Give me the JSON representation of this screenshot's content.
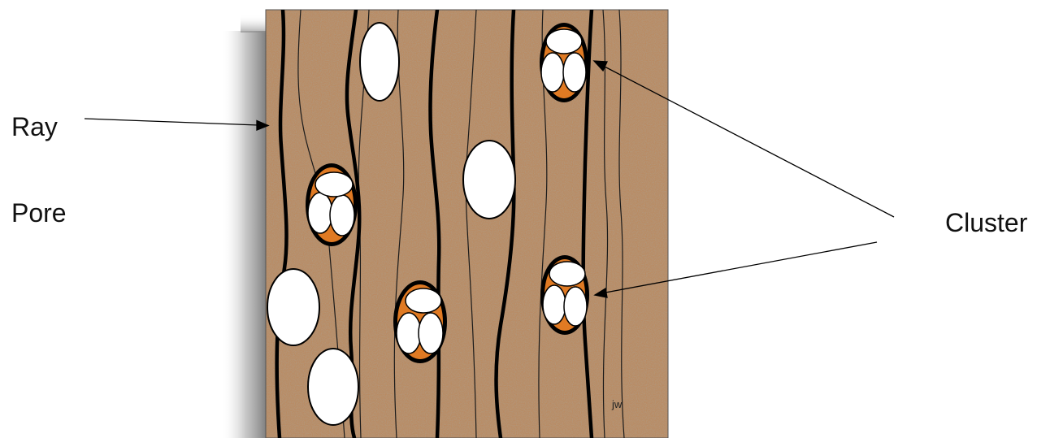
{
  "labels": {
    "ray": "Ray",
    "pore": "Pore",
    "cluster": "Cluster"
  },
  "signature": "jw",
  "colors": {
    "wood": "#b88a62",
    "pore_fill": "#ffffff",
    "cluster_core": "#e07a23",
    "outline": "#000000",
    "background": "#ffffff"
  }
}
